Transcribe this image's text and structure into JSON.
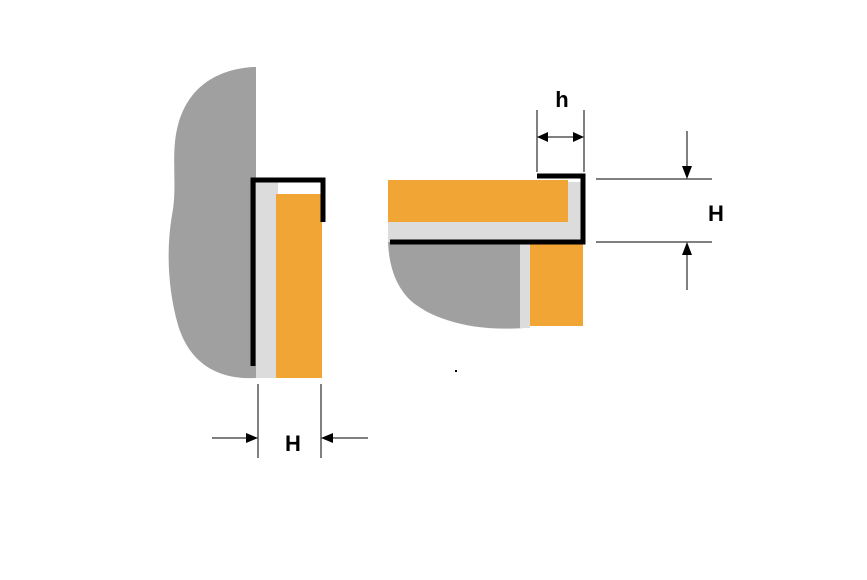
{
  "labels": {
    "left_width": "H",
    "right_small_width": "h",
    "right_height": "H"
  },
  "colors": {
    "tile": "#f0a535",
    "tile_edge": "#e09530",
    "adhesive": "#dcdcdc",
    "wall": "#a0a0a0",
    "profile": "#000000",
    "dimension_line": "#000000"
  }
}
